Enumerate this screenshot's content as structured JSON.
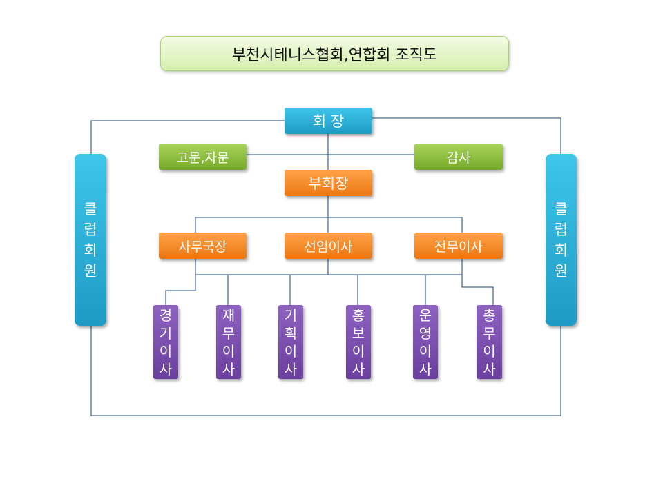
{
  "title": "부천시테니스협회,연합회 조직도",
  "president": "회 장",
  "advisor": "고문,자문",
  "auditor": "감사",
  "vice_president": "부회장",
  "secretary_general": "사무국장",
  "senior_director": "선임이사",
  "executive_director": "전무이사",
  "club_members_left": [
    "클",
    "럽",
    "회",
    "원"
  ],
  "club_members_right": [
    "클",
    "럽",
    "회",
    "원"
  ],
  "directors": [
    {
      "chars": [
        "경",
        "기",
        "이",
        "사"
      ]
    },
    {
      "chars": [
        "재",
        "무",
        "이",
        "사"
      ]
    },
    {
      "chars": [
        "기",
        "획",
        "이",
        "사"
      ]
    },
    {
      "chars": [
        "홍",
        "보",
        "이",
        "사"
      ]
    },
    {
      "chars": [
        "운",
        "영",
        "이",
        "사"
      ]
    },
    {
      "chars": [
        "총",
        "무",
        "이",
        "사"
      ]
    }
  ],
  "colors": {
    "line": "#4a6d96",
    "blue": "#2bb0d8",
    "green": "#8cbf3f",
    "orange": "#f68a26",
    "purple": "#7b4fb0"
  }
}
